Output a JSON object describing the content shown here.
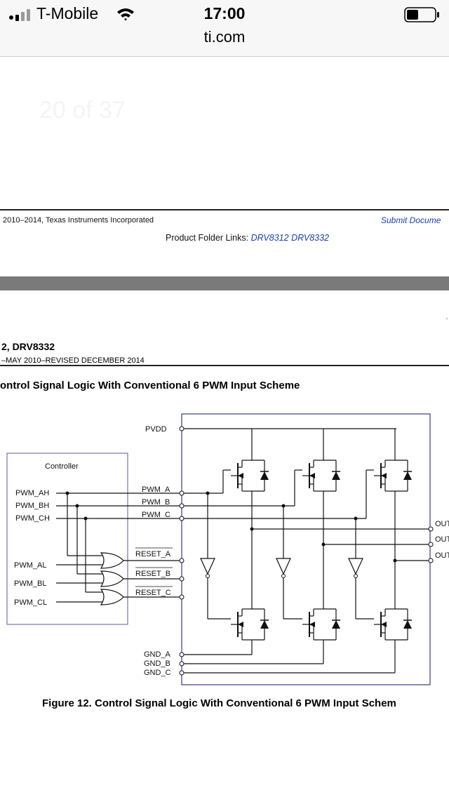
{
  "status_bar": {
    "carrier": "T-Mobile",
    "time": "17:00",
    "url": "ti.com"
  },
  "page": {
    "ghost_page_indicator": "20 of 37",
    "footer_copyright": "2010–2014, Texas Instruments Incorporated",
    "footer_submit": "Submit Docume",
    "product_folder_label": "Product Folder Links:",
    "product_links": [
      "DRV8312",
      "DRV8332"
    ],
    "header_title": "2, DRV8332",
    "header_subtitle": "–MAY 2010–REVISED DECEMBER 2014",
    "figure_title": "ontrol Signal Logic With Conventional 6 PWM Input Scheme",
    "figure_caption": "Figure 12.  Control Signal Logic With Conventional 6 PWM Input Schem"
  },
  "diagram": {
    "controller_label": "Controller",
    "controller_outputs": [
      "PWM_AH",
      "PWM_BH",
      "PWM_CH",
      "PWM_AL",
      "PWM_BL",
      "PWM_CL"
    ],
    "supply_label": "PVDD",
    "pwm_pins": [
      "PWM_A",
      "PWM_B",
      "PWM_C"
    ],
    "reset_pins": [
      "RESET_A",
      "RESET_B",
      "RESET_C"
    ],
    "gnd_pins": [
      "GND_A",
      "GND_B",
      "GND_C"
    ],
    "outputs": [
      "OUT",
      "OUT",
      "OUT"
    ]
  },
  "colors": {
    "link": "#1a3fb0",
    "controller_border": "#5a5aa0",
    "chip_border": "#3a3a8a"
  }
}
